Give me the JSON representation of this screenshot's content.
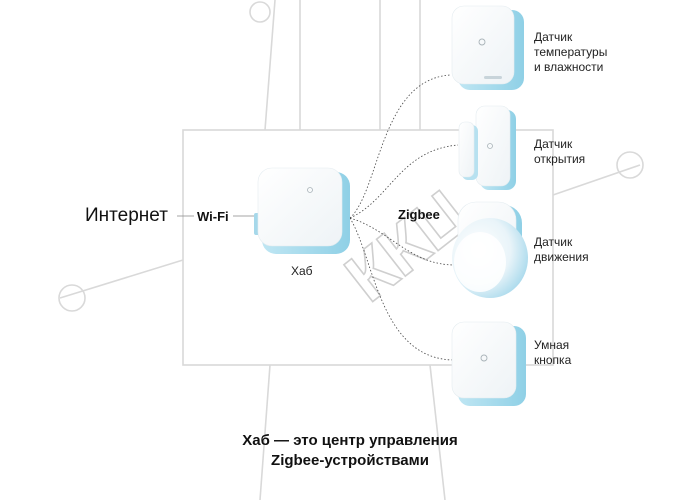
{
  "labels": {
    "internet": "Интернет",
    "wifi": "Wi-Fi",
    "zigbee": "Zigbee",
    "hub": "Хаб"
  },
  "devices": [
    {
      "lines": [
        "Датчик",
        "температуры",
        "и влажности"
      ]
    },
    {
      "lines": [
        "Датчик",
        "открытия"
      ]
    },
    {
      "lines": [
        "Датчик",
        "движения"
      ]
    },
    {
      "lines": [
        "Умная",
        "кнопка"
      ]
    }
  ],
  "caption": {
    "line1": "Хаб — это центр управления",
    "line2": "Zigbee-устройствами"
  },
  "watermark": {
    "text": "ККЦ",
    "color": "#d0d0d0"
  },
  "colors": {
    "device_white": "#f6f9fb",
    "device_shadow": "#9fd6ea",
    "connector": "#333333"
  }
}
